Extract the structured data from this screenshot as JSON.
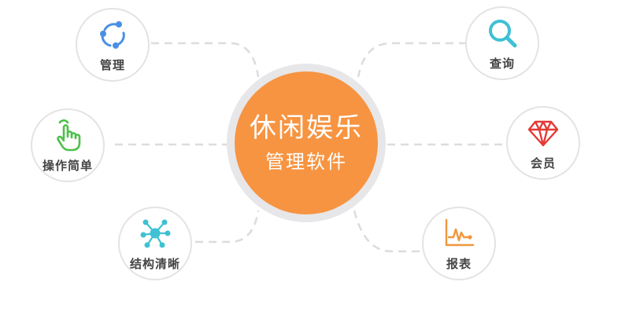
{
  "center": {
    "title": "休闲娱乐",
    "subtitle": "管理软件"
  },
  "colors": {
    "center_fill": "#f79441",
    "center_ring": "#e7e7e9",
    "node_border": "#e3e3e3",
    "connector": "#dcdcdc",
    "label": "#444444"
  },
  "nodes": [
    {
      "id": "manage",
      "label": "管理",
      "icon": "cycle-arrows-icon",
      "color": "#4a90e2"
    },
    {
      "id": "easy-op",
      "label": "操作简单",
      "icon": "tap-hand-icon",
      "color": "#4cc04a"
    },
    {
      "id": "structure",
      "label": "结构清晰",
      "icon": "network-icon",
      "color": "#3ec1d3"
    },
    {
      "id": "query",
      "label": "查询",
      "icon": "search-icon",
      "color": "#3ec1d3"
    },
    {
      "id": "member",
      "label": "会员",
      "icon": "diamond-icon",
      "color": "#e53935"
    },
    {
      "id": "report",
      "label": "报表",
      "icon": "line-chart-icon",
      "color": "#f0963c"
    }
  ]
}
